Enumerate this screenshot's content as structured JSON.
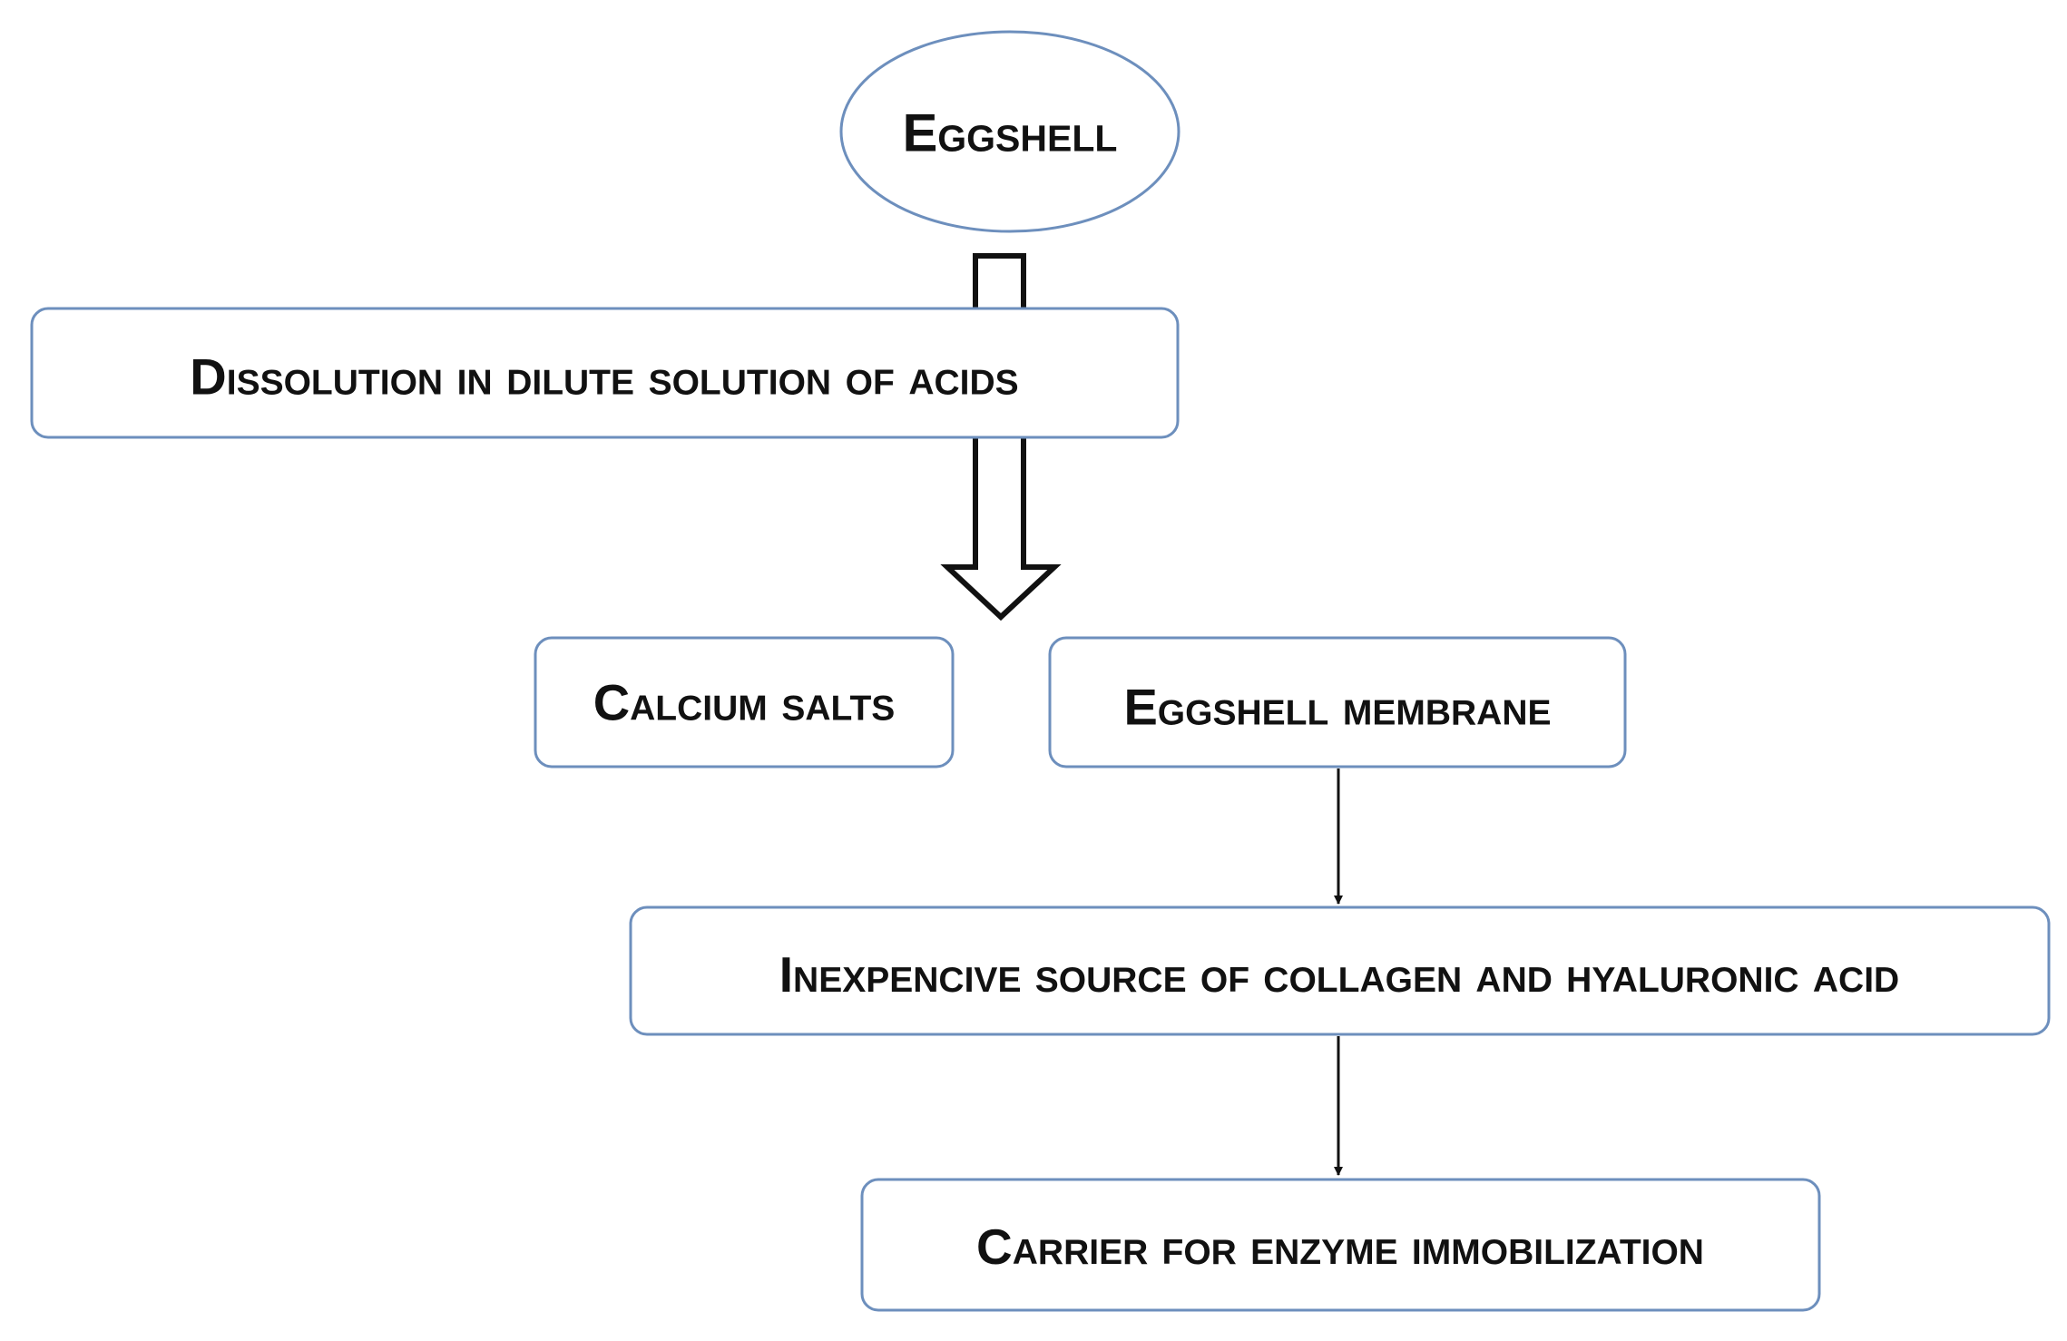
{
  "nodes": {
    "eggshell": "Eggshell",
    "dissolution": "Dissolution in dilute solution of acids",
    "calcium_salts": "Calcium salts",
    "membrane": "Eggshell membrane",
    "source": "Inexpencive source of collagen and hyaluronic acid",
    "carrier": "Carrier for enzyme immobilization"
  },
  "colors": {
    "node_border": "#6d8fbd",
    "text": "#111111",
    "arrow": "#111111"
  }
}
